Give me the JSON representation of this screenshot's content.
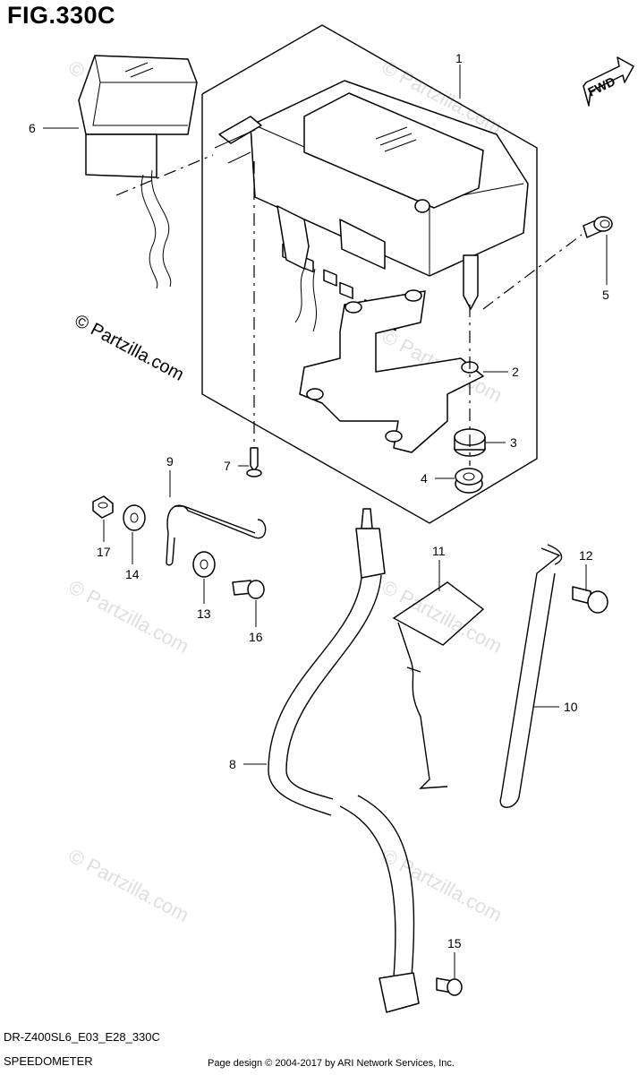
{
  "figure": {
    "title": "FIG.330C",
    "code": "DR-Z400SL6_E03_E28_330C",
    "name": "SPEEDOMETER",
    "credit": "Page design © 2004-2017 by ARI Network Services, Inc.",
    "direction_label": "FWD",
    "watermark_main": "© Partzilla.com",
    "watermark_repeat": "© Partzilla.com"
  },
  "callouts": [
    {
      "id": "1",
      "label": "1",
      "part": "speedometer-assembly"
    },
    {
      "id": "2",
      "label": "2",
      "part": "bracket"
    },
    {
      "id": "3",
      "label": "3",
      "part": "cushion"
    },
    {
      "id": "4",
      "label": "4",
      "part": "nut"
    },
    {
      "id": "5",
      "label": "5",
      "part": "bolt"
    },
    {
      "id": "6",
      "label": "6",
      "part": "indicator-lamp"
    },
    {
      "id": "7",
      "label": "7",
      "part": "screw"
    },
    {
      "id": "8",
      "label": "8",
      "part": "speedometer-cable"
    },
    {
      "id": "9",
      "label": "9",
      "part": "clamp"
    },
    {
      "id": "10",
      "label": "10",
      "part": "guide"
    },
    {
      "id": "11",
      "label": "11",
      "part": "clamp"
    },
    {
      "id": "12",
      "label": "12",
      "part": "bolt"
    },
    {
      "id": "13",
      "label": "13",
      "part": "washer"
    },
    {
      "id": "14",
      "label": "14",
      "part": "washer"
    },
    {
      "id": "15",
      "label": "15",
      "part": "screw"
    },
    {
      "id": "16",
      "label": "16",
      "part": "bolt"
    },
    {
      "id": "17",
      "label": "17",
      "part": "nut"
    }
  ]
}
